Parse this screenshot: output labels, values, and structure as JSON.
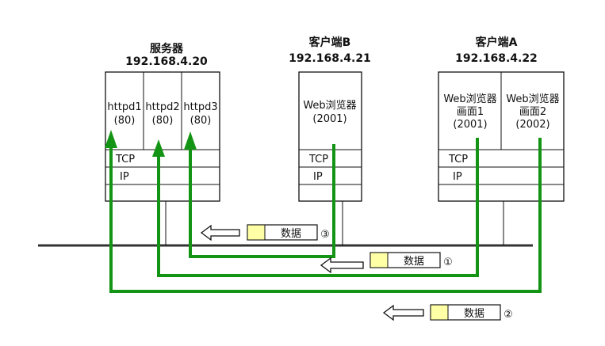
{
  "server": {
    "name": "服务器",
    "ip": "192.168.4.20",
    "processes": [
      {
        "name": "httpd1",
        "port": "(80)"
      },
      {
        "name": "httpd2",
        "port": "(80)"
      },
      {
        "name": "httpd3",
        "port": "(80)"
      }
    ],
    "tcp": "TCP",
    "ipl": "IP"
  },
  "client_b": {
    "name": "客户端B",
    "ip": "192.168.4.21",
    "app": "Web浏览器",
    "port": "(2001)",
    "tcp": "TCP",
    "ipl": "IP"
  },
  "client_a": {
    "name": "客户端A",
    "ip": "192.168.4.22",
    "apps": [
      {
        "name": "Web浏览器",
        "screen": "画面1",
        "port": "(2001)"
      },
      {
        "name": "Web浏览器",
        "screen": "画面2",
        "port": "(2002)"
      }
    ],
    "tcp": "TCP",
    "ipl": "IP"
  },
  "packets": [
    {
      "label": "数据",
      "num": "③"
    },
    {
      "label": "数据",
      "num": "①"
    },
    {
      "label": "数据",
      "num": "②"
    }
  ],
  "colors": {
    "flow": "#149414",
    "packet_header": "#ffffa6"
  }
}
